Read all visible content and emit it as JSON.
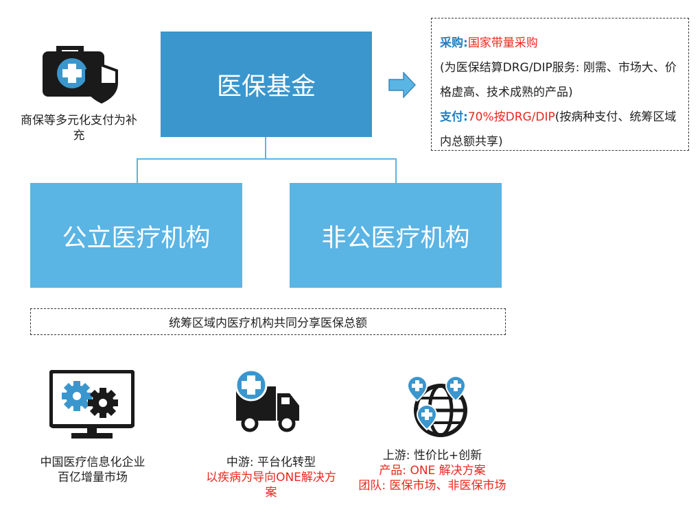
{
  "fund_label": "医保基金",
  "public_label": "公立医疗机构",
  "private_label": "非公医疗机构",
  "commercial_caption": "商保等多元化支付为补充",
  "note": {
    "purchase_key": "采购:",
    "purchase_val": "国家带量采购",
    "purchase_detail": "(为医保结算DRG/DIP服务: 刚需、市场大、价格虚高、技术成熟的产品)",
    "pay_key": "支付:",
    "pay_val": "70%按DRG/DIP",
    "pay_detail": "(按病种支付、统筹区域内总额共享)"
  },
  "shared_bar": "统筹区域内医疗机构共同分享医保总额",
  "bottom": {
    "left": {
      "line1": "中国医疗信息化企业",
      "line2": "百亿增量市场"
    },
    "middle": {
      "line1": "中游: 平台化转型",
      "line2": "以疾病为导向ONE解决方案"
    },
    "right": {
      "line1": "上游: 性价比+创新",
      "line2": "产品: ONE 解决方案",
      "line3": "团队: 医保市场、非医保市场"
    }
  },
  "colors": {
    "primary": "#3a96cd",
    "secondary": "#5ab4e4",
    "accent_red": "#e8281c",
    "dark": "#1a1a1a"
  }
}
